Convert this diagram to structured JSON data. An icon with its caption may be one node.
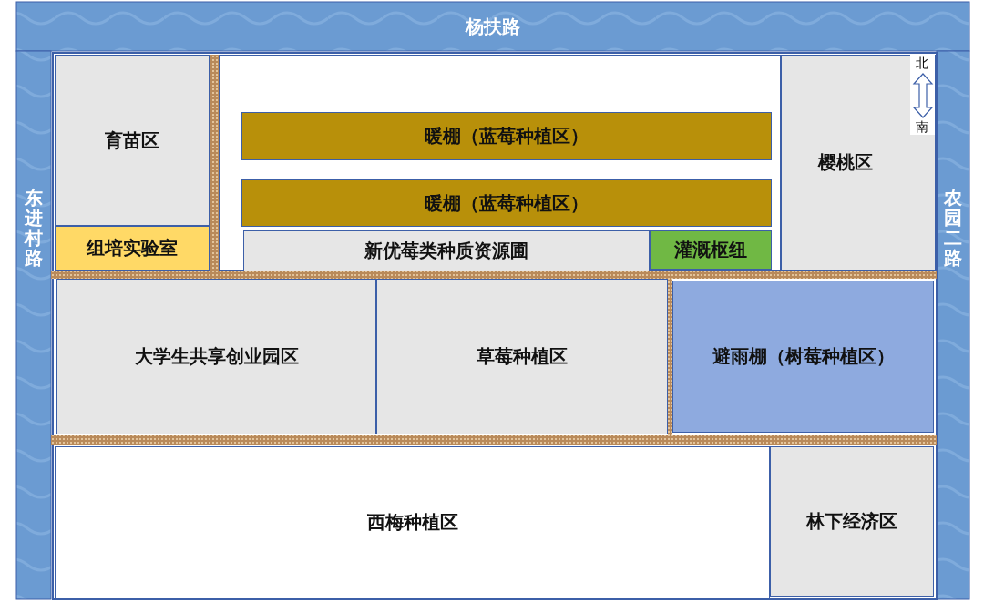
{
  "diagram": {
    "nodes": [
      {
        "text": [
          "杨扶路"
        ]
      },
      {
        "text": [
          "东进村路"
        ]
      },
      {
        "text": [
          "育苗区"
        ]
      },
      {
        "text": [
          "组培实验室"
        ]
      },
      {
        "text": [],
        "shape": "box"
      },
      {
        "text": [
          "暖棚（蓝莓种植区）"
        ],
        "in": 4
      },
      {
        "text": [
          "暖棚（蓝莓种植区）"
        ],
        "in": 4
      },
      {
        "text": [
          "新优莓类种质资源圃"
        ],
        "in": 4
      },
      {
        "text": [
          "灌溉枢纽"
        ],
        "in": 4
      },
      {
        "text": [
          "樱桃区"
        ]
      },
      {
        "text": [
          "农园二路"
        ]
      },
      {
        "text": [
          "大学生共享创业园区"
        ]
      },
      {
        "text": [
          "草莓种植区"
        ]
      },
      {
        "text": [
          "避雨棚（树莓种植区）"
        ]
      },
      {
        "text": [
          "西梅种植区"
        ]
      },
      {
        "text": [
          "林下经济区"
        ]
      }
    ],
    "labels": [
      "北",
      "南"
    ]
  }
}
